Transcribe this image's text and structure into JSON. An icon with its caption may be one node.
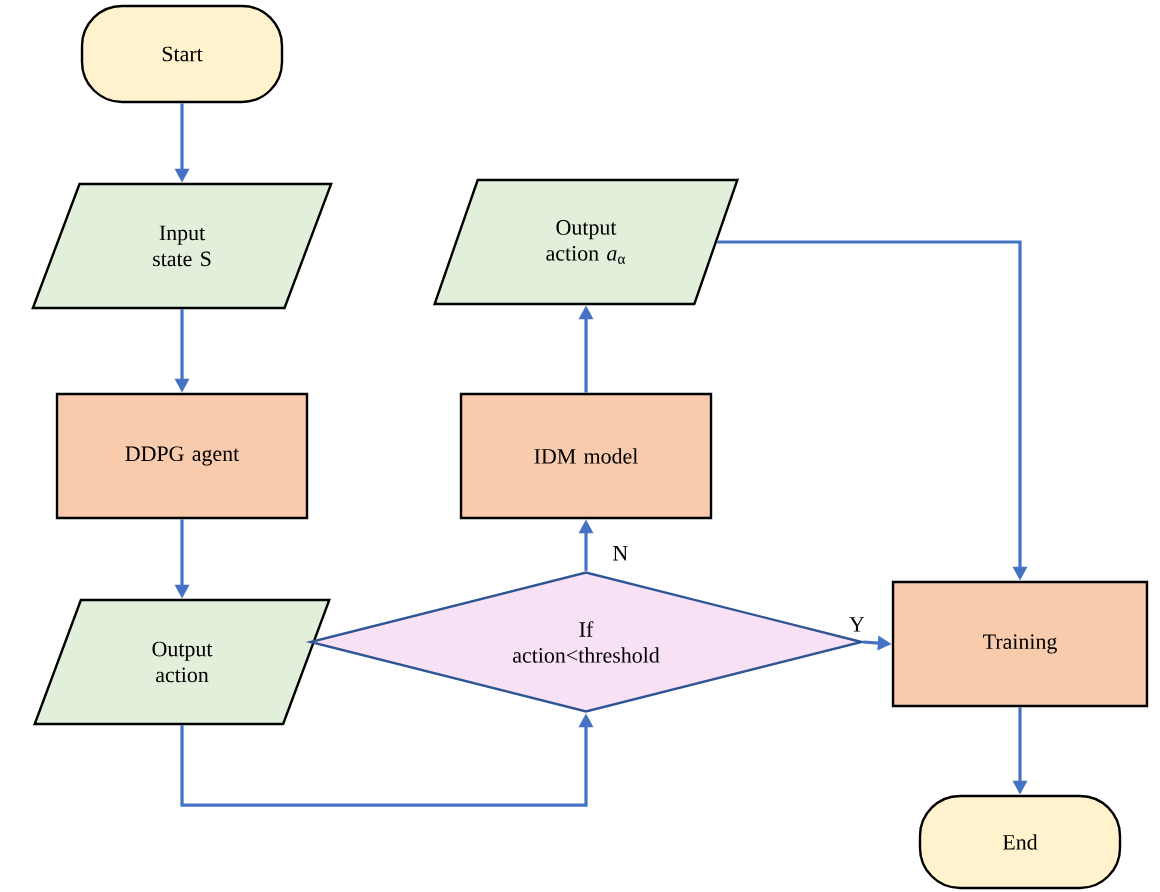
{
  "diagram": {
    "nodes": [
      {
        "text": [
          "Start"
        ]
      },
      {
        "text": [
          "Input state S"
        ]
      },
      {
        "text": [
          "DDPG agent"
        ]
      },
      {
        "text": [
          "Output action"
        ]
      },
      {
        "text": [
          "If action<threshold"
        ]
      },
      {
        "text": [
          "IDM model"
        ]
      },
      {
        "text": [
          "Output action *a*$_{α}$"
        ]
      },
      {
        "text": [
          "Training"
        ]
      },
      {
        "text": [
          "End"
        ]
      }
    ],
    "edges": [
      {
        "from": 0,
        "to": 1,
        "arrow": "to"
      },
      {
        "from": 1,
        "to": 2,
        "arrow": "to"
      },
      {
        "from": 2,
        "to": 3,
        "arrow": "to"
      },
      {
        "from": 3,
        "to": 4,
        "arrow": "to"
      },
      {
        "from": 4,
        "to": 5,
        "arrow": "to",
        "label": "N"
      },
      {
        "from": 4,
        "to": 7,
        "arrow": "to",
        "label": "Y"
      },
      {
        "from": 5,
        "to": 6,
        "arrow": "to"
      },
      {
        "from": 6,
        "to": 7,
        "arrow": "to"
      },
      {
        "from": 7,
        "to": 8,
        "arrow": "to"
      }
    ]
  }
}
